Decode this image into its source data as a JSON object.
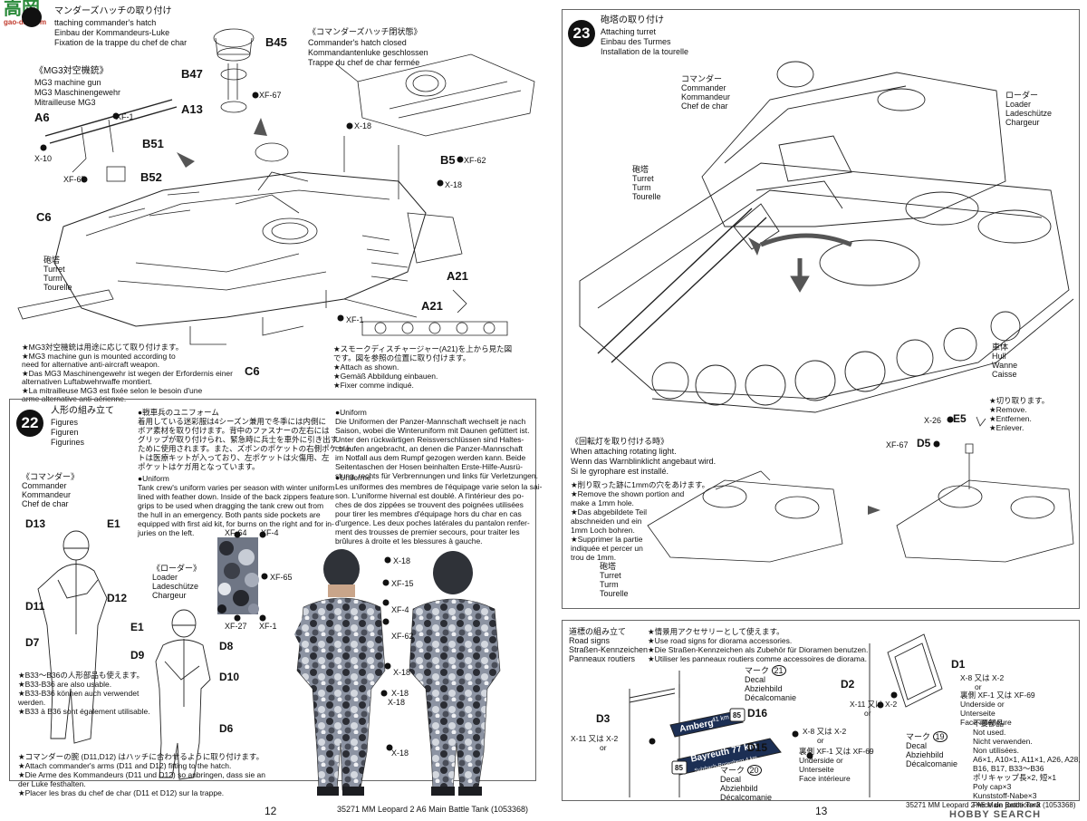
{
  "watermark_top_left": {
    "title": "高岡",
    "sub": "gao-dai.com"
  },
  "watermark_bottom_right": "HOBBY SEARCH",
  "left_page": {
    "step21": {
      "title_ja": "マンダーズハッチの取り付け",
      "title_en": "ttaching commander's hatch",
      "title_de": "Einbau der Kommandeurs-Luke",
      "title_fr": "Fixation de la trappe du chef de char",
      "closed_ja": "《コマンダーズハッチ閉状態》",
      "closed_en": "Commander's hatch closed",
      "closed_de": "Kommandantenluke geschlossen",
      "closed_fr": "Trappe du chef de char fermée",
      "mg3_ja": "《MG3対空機銃》",
      "mg3_en": "MG3 machine gun",
      "mg3_de": "MG3 Maschinengewehr",
      "mg3_fr": "Mitrailleuse MG3",
      "turret": [
        "砲塔",
        "Turret",
        "Turm",
        "Tourelle"
      ],
      "parts": {
        "a6": "A6",
        "b45": "B45",
        "b47": "B47",
        "a13": "A13",
        "b51": "B51",
        "b52": "B52",
        "c6": "C6",
        "c6b": "C6",
        "b5": "B5",
        "a21": "A21",
        "a21b": "A21",
        "x1": "XF-1",
        "x10": "X-10",
        "xf67": "XF-67",
        "xf67b": "XF-67",
        "x18": "X-18",
        "xf62": "XF-62",
        "x18b": "X-18",
        "xf1b": "XF-1"
      },
      "note_mg3": [
        "★MG3対空機銃は用途に応じて取り付けます。",
        "★MG3 machine gun is mounted according to",
        "need for alternative anti-aircraft weapon.",
        "★Das MG3 Maschinengewehr ist wegen der Erfordernis einer",
        "alternativen Luftabwehrwaffe montiert.",
        "★La mitrailleuse MG3 est fixée selon le besoin d'une",
        "arme alternative anti-aérienne."
      ],
      "note_smoke": [
        "★スモークディスチャージャー(A21)を上から見た図",
        "です。図を参照の位置に取り付けます。",
        "★Attach as shown.",
        "★Gemäß Abbildung einbauen.",
        "★Fixer comme indiqué."
      ]
    },
    "step22": {
      "number": "22",
      "title_ja": "人形の組み立て",
      "title_en": "Figures",
      "title_de": "Figuren",
      "title_fr": "Figurines",
      "commander_ja": "《コマンダー》",
      "commander_en": "Commander",
      "commander_de": "Kommandeur",
      "commander_fr": "Chef de char",
      "loader_ja": "《ローダー》",
      "loader_en": "Loader",
      "loader_de": "Ladeschütze",
      "loader_fr": "Chargeur",
      "uniform_ja": [
        "●戦車兵のユニフォーム",
        "着用している迷彩服は4シーズン兼用で冬季には内側に",
        "ボア素材を取り付けます。背中のファスナーの左右には",
        "グリップが取り付けられ、緊急時に兵士を車外に引き出す",
        "ために使用されます。また、ズボンのポケットの右側ポケット",
        "トは医療キットが入っており、左ポケットは火傷用、左",
        "ポケットはケガ用となっています。"
      ],
      "uniform_en": [
        "●Uniform",
        "Tank crew's uniform varies per season with winter uniform",
        "lined with feather down. Inside of the back zippers feature",
        "grips to be used when dragging the tank crew out from",
        "the hull in an emergency. Both pants side pockets are",
        "equipped with first aid kit, for burns on the right and for in-",
        "juries on the left."
      ],
      "uniform_de": [
        "●Uniform",
        "Die Uniformen der Panzer-Mannschaft wechselt je nach",
        "Saison, wobei die Winteruniform mit Daunen gefüttert ist.",
        "Unter den rückwärtigen Reissverschlüssen sind Haltes-",
        "chlaufen angebracht, an denen die Panzer-Mannschaft",
        "im Notfall aus dem Rumpf gezogen werden kann. Beide",
        "Seitentaschen der Hosen beinhalten Erste-Hilfe-Ausrü-",
        "stung, rechts für Verbrennungen und links für Verletzungen."
      ],
      "uniform_fr": [
        "●Uniforme",
        "Les uniformes des membres de l'équipage varie selon la sai-",
        "son. L'uniforme hivernal est doublé. A l'intérieur des po-",
        "ches de dos zippées se trouvent des poignées utilisées",
        "pour tirer les membres d'équipage hors du char en cas",
        "d'urgence. Les deux poches latérales du pantalon renfer-",
        "ment des trousses de premier secours, pour traiter les",
        "brûlures à droite et les blessures à gauche."
      ],
      "parts": {
        "d13": "D13",
        "e1": "E1",
        "d11": "D11",
        "d12": "D12",
        "d7": "D7",
        "e1b": "E1",
        "d8": "D8",
        "d9": "D9",
        "d10": "D10",
        "d6": "D6"
      },
      "camo": {
        "xf64": "XF-64",
        "xf4": "XF-4",
        "xf65": "XF-65",
        "xf27": "XF-27",
        "xf1": "XF-1"
      },
      "callouts": {
        "x18a": "X-18",
        "xf15": "XF-15",
        "xf4": "XF-4",
        "xf62": "XF-62",
        "x18b": "X-18",
        "x18c": "X-18",
        "x18d": "X-18",
        "x18e": "X-18"
      },
      "note_b33": [
        "★B33〜B36の人形部品も使えます。",
        "★B33-B36 are also usable.",
        "★B33-B36 können auch verwendet",
        "werden.",
        "★B33 à B36 sont également utilisable."
      ],
      "note_arms": [
        "★コマンダーの腕 (D11,D12) はハッチに合わせるように取り付けます。",
        "★Attach commander's arms (D11 and D12) fitting to the hatch.",
        "★Die Arme des Kommandeurs (D11 und D12) so anbringen, dass sie an",
        "der Luke festhalten.",
        "★Placer les bras du chef de char (D11 et D12) sur la trappe."
      ]
    },
    "footer_page": "12",
    "footer_code": "35271  MM Leopard 2 A6 Main Battle Tank (1053368)"
  },
  "right_page": {
    "step23": {
      "number": "23",
      "title_ja": "砲塔の取り付け",
      "title_en": "Attaching turret",
      "title_de": "Einbau des Turmes",
      "title_fr": "Installation de la tourelle",
      "commander": [
        "コマンダー",
        "Commander",
        "Kommandeur",
        "Chef de char"
      ],
      "loader": [
        "ローダー",
        "Loader",
        "Ladeschütze",
        "Chargeur"
      ],
      "turret": [
        "砲塔",
        "Turret",
        "Turm",
        "Tourelle"
      ],
      "hull": [
        "車体",
        "Hull",
        "Wanne",
        "Caisse"
      ]
    },
    "rotating_light": {
      "title_ja": "《回転灯を取り付ける時》",
      "title_en": "When attaching rotating light.",
      "title_de": "Wenn das Warnblinklicht angebaut wird.",
      "title_fr": "Si le gyrophare est installé.",
      "remove_note": [
        "★削り取った跡に1mmの穴をあけます。",
        "★Remove the shown portion and",
        "make a 1mm hole.",
        "★Das abgebildete Teil",
        "abschneiden und ein",
        "1mm Loch bohren.",
        "★Supprimer la partie",
        "indiquée et percer un",
        "trou de 1mm."
      ],
      "cut_note": [
        "★切り取ります。",
        "★Remove.",
        "★Entfernen.",
        "★Enlever."
      ],
      "turret": [
        "砲塔",
        "Turret",
        "Turm",
        "Tourelle"
      ],
      "x26": "X-26",
      "e5": "E5",
      "xf67": "XF-67",
      "d5": "D5"
    },
    "road_signs": {
      "title_ja": "道標の組み立て",
      "title_en": "Road signs",
      "title_de": "Straßen-Kennzeichen",
      "title_fr": "Panneaux routiers",
      "note": [
        "★情景用アクセサリーとして使えます。",
        "★Use road signs for diorama accessories.",
        "★Die Straßen-Kennzeichen als Zubehör für Dioramen benutzen.",
        "★Utiliser les panneaux routiers comme accessoires de diorama."
      ],
      "decal21": [
        "マーク",
        "Decal",
        "Abziehbild",
        "Décalcomanie"
      ],
      "decal21_no": "21",
      "decal20": [
        "マーク",
        "Decal",
        "Abziehbild",
        "Décalcomanie"
      ],
      "decal20_no": "20",
      "decal19": [
        "マーク",
        "Decal",
        "Abziehbild",
        "Décalcomanie"
      ],
      "decal19_no": "19",
      "sign_amberg": "Amberg",
      "sign_amberg_km": "41 km",
      "sign_amberg_route": "85",
      "sign_bayreuth": "Bayreuth 77 km",
      "sign_bayreuth_sub": "Sulzbach-Rosenberg 4 km",
      "sign_bayreuth_route": "85",
      "parts": {
        "d1": "D1",
        "d2": "D2",
        "d3": "D3",
        "d15": "D15",
        "d16": "D16"
      },
      "x8_or_x2_a": [
        "X-8 又は X-2",
        "or"
      ],
      "x11_or_x2_a": [
        "X-11 又は X-2",
        "or"
      ],
      "x11_or_x2_b": [
        "X-11 又は X-2",
        "or"
      ],
      "x8_or_x2_b": [
        "X-8 又は X-2",
        "or"
      ],
      "underside_a": [
        "裏側  XF-1 又は XF-69",
        "Underside  or",
        "Unterseite",
        "Face intérieure"
      ],
      "underside_b": [
        "裏側  XF-1 又は XF-69",
        "Underside  or",
        "Unterseite",
        "Face intérieure"
      ],
      "unused": [
        "不要部品",
        "Not used.",
        "Nicht verwenden.",
        "Non utilisées.",
        "A6×1, A10×1, A11×1, A26, A28,",
        "B16, B17, B33〜B36",
        "ポリキャップ長×2, 短×1",
        "Poly cap×3",
        "Kunststoff-Nabe×3",
        "Pièce de jonction×3"
      ]
    },
    "footer_page": "13",
    "footer_code": "35271  MM Leopard 2 A6 Main Battle Tank (1053368)"
  }
}
